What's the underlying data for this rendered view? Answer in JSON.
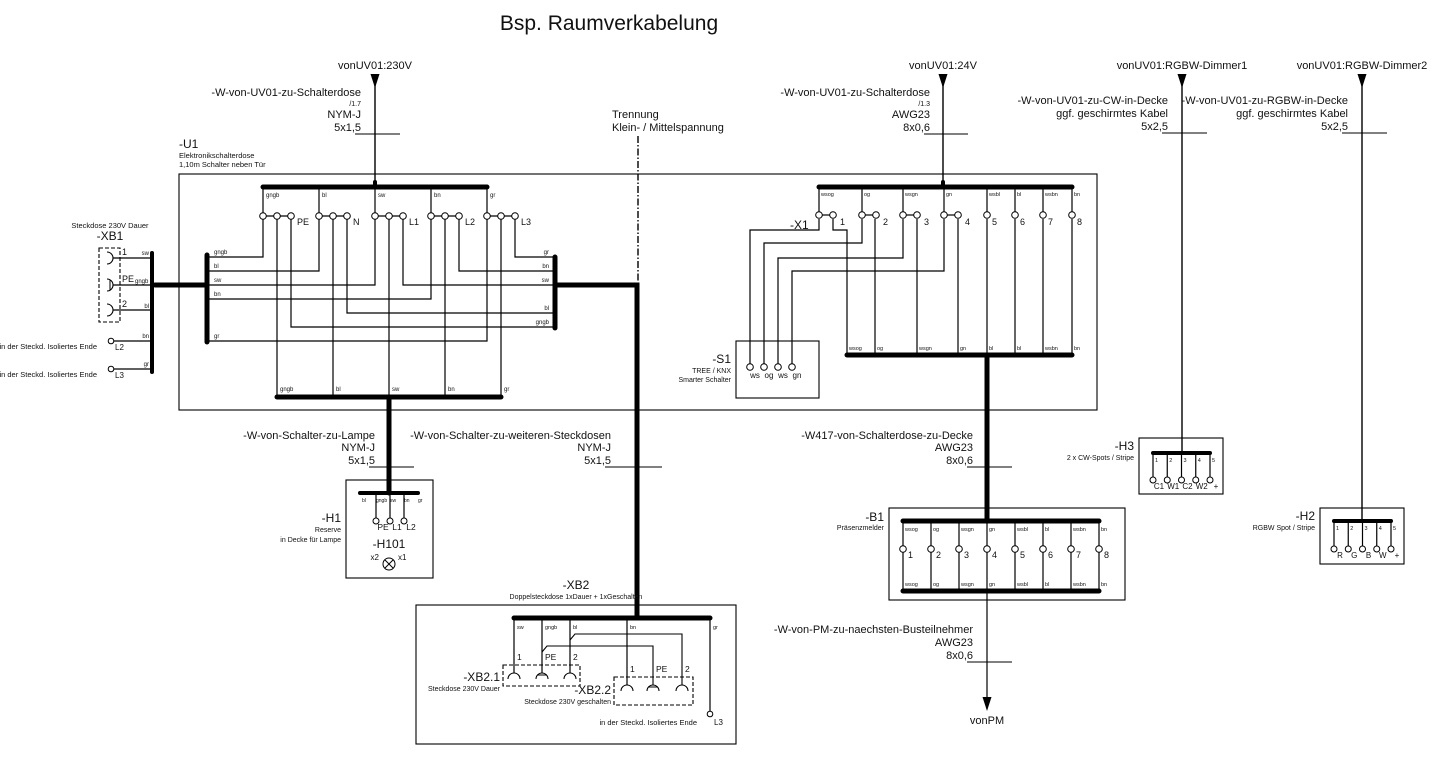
{
  "title": "Bsp. Raumverkabelung",
  "feeds": {
    "f230": "vonUV01:230V",
    "f24": "vonUV01:24V",
    "dim1": "vonUV01:RGBW-Dimmer1",
    "dim2": "vonUV01:RGBW-Dimmer2",
    "pm": "vonPM"
  },
  "cables": {
    "uv_230": {
      "name": "-W-von-UV01-zu-Schalterdose",
      "ref": "/1.7",
      "type": "NYM-J",
      "size": "5x1,5"
    },
    "uv_24": {
      "name": "-W-von-UV01-zu-Schalterdose",
      "ref": "/1.3",
      "type": "AWG23",
      "size": "8x0,6"
    },
    "cw": {
      "name": "-W-von-UV01-zu-CW-in-Decke",
      "note": "ggf. geschirmtes Kabel",
      "size": "5x2,5"
    },
    "rgbw": {
      "name": "-W-von-UV01-zu-RGBW-in-Decke",
      "note": "ggf. geschirmtes Kabel",
      "size": "5x2,5"
    },
    "lampe": {
      "name": "-W-von-Schalter-zu-Lampe",
      "type": "NYM-J",
      "size": "5x1,5"
    },
    "steckdosen": {
      "name": "-W-von-Schalter-zu-weiteren-Steckdosen",
      "type": "NYM-J",
      "size": "5x1,5"
    },
    "w417": {
      "name": "-W417-von-Schalterdose-zu-Decke",
      "type": "AWG23",
      "size": "8x0,6"
    },
    "pm": {
      "name": "-W-von-PM-zu-naechsten-Busteilnehmer",
      "type": "AWG23",
      "size": "8x0,6"
    }
  },
  "separator": {
    "line1": "Trennung",
    "line2": "Klein- / Mittelspannung"
  },
  "u1": {
    "tag": "-U1",
    "desc1": "Elektronikschalterdose",
    "desc2": "1,10m Schalter neben Tür",
    "top_wires": [
      "gngb",
      "bl",
      "sw",
      "bn",
      "gr"
    ],
    "terminals": [
      "PE",
      "N",
      "L1",
      "L2",
      "L3"
    ],
    "left_wires": [
      "gngb",
      "bl",
      "sw",
      "bn",
      "gr"
    ],
    "right_wires": [
      "gr",
      "bn",
      "sw",
      "bl",
      "gngb"
    ],
    "bottom_wires": [
      "gngb",
      "bl",
      "sw",
      "bn",
      "gr"
    ]
  },
  "xb1": {
    "title": "Steckdose 230V Dauer",
    "tag": "-XB1",
    "pins": [
      "1",
      "PE",
      "2"
    ],
    "wires": [
      "sw",
      "gngb",
      "bl",
      "bn",
      "gr"
    ],
    "ends": [
      "L2",
      "L3"
    ],
    "end_note": "in der Steckd. Isoliertes Ende"
  },
  "x1": {
    "tag": "-X1",
    "top_wires": [
      "wsog",
      "og",
      "wsgn",
      "gn",
      "wsbl",
      "bl",
      "wsbn",
      "bn"
    ],
    "terminals": [
      "1",
      "2",
      "3",
      "4",
      "5",
      "6",
      "7",
      "8"
    ],
    "bottom_wires": [
      "wsog",
      "og",
      "wsgn",
      "gn",
      "bl",
      "bl",
      "wsbn",
      "bn"
    ]
  },
  "s1": {
    "tag": "-S1",
    "desc1": "TREE / KNX",
    "desc2": "Smarter Schalter",
    "terminals": [
      "ws",
      "og",
      "ws",
      "gn"
    ]
  },
  "h1": {
    "tag": "-H1",
    "desc1": "Reserve",
    "desc2": "in Decke für Lampe",
    "sub_tag": "-H101",
    "wires": [
      "bl",
      "gngb",
      "sw",
      "bn",
      "gr"
    ],
    "terminals": [
      "PE",
      "L1",
      "L2"
    ],
    "lamp_pins": [
      "x2",
      "x1"
    ]
  },
  "xb2": {
    "tag": "-XB2",
    "desc": "Doppelsteckdose 1xDauer + 1xGeschalten",
    "wires": [
      "sw",
      "gngb",
      "bl",
      "bn",
      "gr"
    ],
    "socket1": {
      "tag": "-XB2.1",
      "desc": "Steckdose 230V Dauer",
      "pins": [
        "1",
        "PE",
        "2"
      ]
    },
    "socket2": {
      "tag": "-XB2.2",
      "desc": "Steckdose 230V geschalten",
      "pins": [
        "1",
        "PE",
        "2"
      ]
    },
    "end": "L3",
    "end_note": "in der Steckd. Isoliertes Ende"
  },
  "b1": {
    "tag": "-B1",
    "desc": "Präsenzmelder",
    "top_wires": [
      "wsog",
      "og",
      "wsgn",
      "gn",
      "wsbl",
      "bl",
      "wsbn",
      "bn"
    ],
    "terminals": [
      "1",
      "2",
      "3",
      "4",
      "5",
      "6",
      "7",
      "8"
    ],
    "bottom_wires": [
      "wsog",
      "og",
      "wsgn",
      "gn",
      "wsbl",
      "bl",
      "wsbn",
      "bn"
    ]
  },
  "h3": {
    "tag": "-H3",
    "desc": "2 x CW-Spots / Stripe",
    "pins": [
      "1",
      "2",
      "3",
      "4",
      "5"
    ],
    "terminals": [
      "C1",
      "W1",
      "C2",
      "W2",
      "+"
    ]
  },
  "h2": {
    "tag": "-H2",
    "desc": "RGBW Spot / Stripe",
    "pins": [
      "1",
      "2",
      "3",
      "4",
      "5"
    ],
    "terminals": [
      "R",
      "G",
      "B",
      "W",
      "+"
    ]
  },
  "colors": {
    "line": "#000000",
    "text": "#111111",
    "terminal_fill": "#ffffff"
  }
}
